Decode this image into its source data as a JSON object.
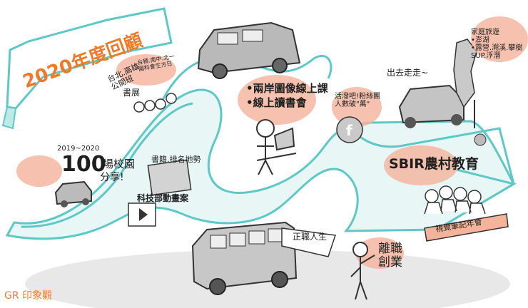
{
  "title": "2020年度回顧",
  "notes": {
    "campus_share_years": "2019~2020",
    "campus_share_count": "100",
    "campus_share_text": "場校園",
    "campus_share_text2": "分享!",
    "taipei_activities": "台北.高雄\n公開班",
    "school_workshop": "台積.南中.北一\n國科會生方日",
    "book_fair": "書展",
    "paper_map": "書籍.排名地勢",
    "tech_book": "科技部動畫案",
    "online_courses": "•兩岸圖像線上課\n•線上讀書會",
    "facebook_note": "活潑吧!粉絲團\n人數破\"萬\"",
    "drive_out": "出去走走~",
    "travel": "家庭旅遊\n•澎湖\n•露營.溯溪.攀樹\nSUP.浮潛",
    "sbir": "SBIR農村教育",
    "vision_banner": "視覺筆記年會",
    "official_career": "正職人生",
    "resign": "離職\n創業",
    "signature": "GR 印象觀"
  },
  "colors": {
    "river": "#5ec8c6",
    "river_light": "#bfe9e7",
    "orange": "#f07a2a",
    "peach": "#f4b39b",
    "grey": "#9a9a9a"
  }
}
